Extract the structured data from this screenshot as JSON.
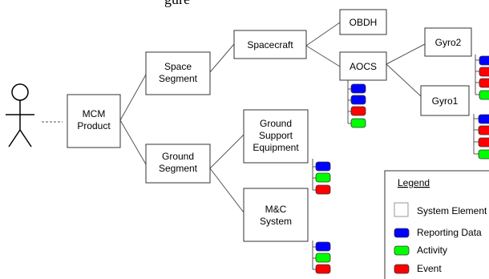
{
  "top_text_fragment": "gure",
  "nodes": {
    "mcm_product": [
      "MCM",
      "Product"
    ],
    "space_segment": [
      "Space",
      "Segment"
    ],
    "ground_segment": [
      "Ground",
      "Segment"
    ],
    "spacecraft": [
      "Spacecraft"
    ],
    "obdh": [
      "OBDH"
    ],
    "aocs": [
      "AOCS"
    ],
    "gyro2": [
      "Gyro2"
    ],
    "gyro1": [
      "Gyro1"
    ],
    "ground_support_equipment": [
      "Ground",
      "Support",
      "Equipment"
    ],
    "mc_system": [
      "M&C",
      "System"
    ]
  },
  "legend": {
    "title": "Legend",
    "items": [
      {
        "label": "System Element",
        "color": "#ffffff"
      },
      {
        "label": "Reporting Data",
        "color": "#0000ff"
      },
      {
        "label": "Activity",
        "color": "#00ff00"
      },
      {
        "label": "Event",
        "color": "#ff0000"
      }
    ]
  },
  "colors": {
    "reporting_data": "#0000ff",
    "activity": "#00ff00",
    "event": "#ff0000",
    "box_border": "#333333",
    "line": "#555555"
  }
}
